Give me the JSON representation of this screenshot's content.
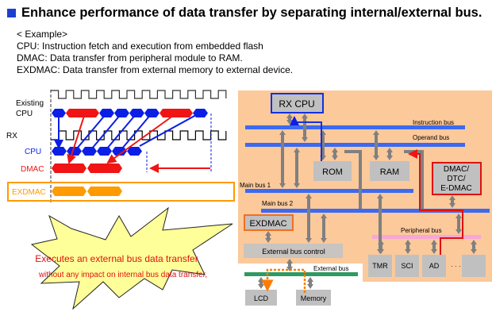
{
  "header": {
    "title": "Enhance performance of data transfer by separating internal/external bus.",
    "bullet_color": "#1c3fd0"
  },
  "example": {
    "heading": "< Example>",
    "lines": [
      "CPU: Instruction fetch and execution from embedded flash",
      "DMAC: Data transfer from peripheral module to RAM.",
      "EXDMAC: Data transfer from external memory to external device."
    ]
  },
  "timing": {
    "labels": {
      "existing_cpu_1": "Existing",
      "existing_cpu_2": "CPU",
      "rx": "RX",
      "cpu": "CPU",
      "dmac": "DMAC",
      "exdmac": "EXDMAC"
    },
    "colors": {
      "cpu": "#0a1ee6",
      "dmac": "#f01414",
      "exdmac": "#ff9a00"
    }
  },
  "callout": {
    "line1": "Executes an external bus data transfer",
    "line2": "without any impact on internal bus data transfer,"
  },
  "block_diagram": {
    "rx_cpu": "RX CPU",
    "instruction_bus": "Instruction bus",
    "operand_bus": "Operand bus",
    "rom": "ROM",
    "ram": "RAM",
    "dmac": [
      "DMAC/",
      "DTC/",
      "E-DMAC"
    ],
    "main_bus_1": "Main bus 1",
    "main_bus_2": "Main bus 2",
    "exdmac": "EXDMAC",
    "peripheral_bus": "Peripheral bus",
    "external_bus_control": "External bus control",
    "external_bus": "External bus",
    "tmr": "TMR",
    "sci": "SCI",
    "ad": "AD",
    "ellipsis": "· · · ·",
    "lcd": "LCD",
    "memory": "Memory"
  }
}
